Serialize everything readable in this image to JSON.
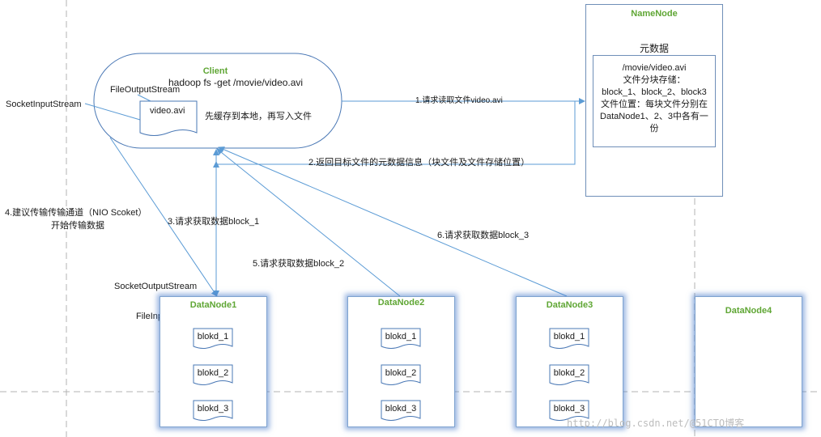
{
  "namenode": {
    "title": "NameNode",
    "metadata_label": "元数据",
    "metadata_lines": [
      "/movie/video.avi",
      "文件分块存储：",
      "block_1、block_2、block3",
      "文件位置：每块文件分别在",
      "DataNode1、2、3中各有一",
      "份"
    ]
  },
  "client": {
    "title": "Client",
    "command": "hadoop fs -get /movie/video.avi",
    "file_name": "video.avi",
    "cache_note": "先缓存到本地，再写入文件"
  },
  "streams": {
    "file_output": "FileOutputStream",
    "socket_input": "SocketInputStream",
    "socket_output": "SocketOutputStream",
    "file_input": "FileInputStream"
  },
  "steps": {
    "step1": "1.请求读取文件video.avi",
    "step2": "2.返回目标文件的元数据信息（块文件及文件存储位置）",
    "step3": "3.请求获取数据block_1",
    "step4_line1": "4.建议传输传输通道（NIO Scoket）",
    "step4_line2": "开始传输数据",
    "step5": "5.请求获取数据block_2",
    "step6": "6.请求获取数据block_3"
  },
  "datanodes": [
    {
      "title": "DataNode1",
      "blocks": [
        "blokd_1",
        "blokd_2",
        "blokd_3"
      ]
    },
    {
      "title": "DataNode2",
      "blocks": [
        "blokd_1",
        "blokd_2",
        "blokd_3"
      ]
    },
    {
      "title": "DataNode3",
      "blocks": [
        "blokd_1",
        "blokd_2",
        "blokd_3"
      ]
    },
    {
      "title": "DataNode4",
      "blocks": []
    }
  ],
  "watermark": "http://blog.csdn.net/@51CTO博客",
  "colors": {
    "title_green": "#5fa634",
    "line_blue": "#5b9bd5",
    "border": "#6f8fb8",
    "glow": "#4678c8"
  }
}
